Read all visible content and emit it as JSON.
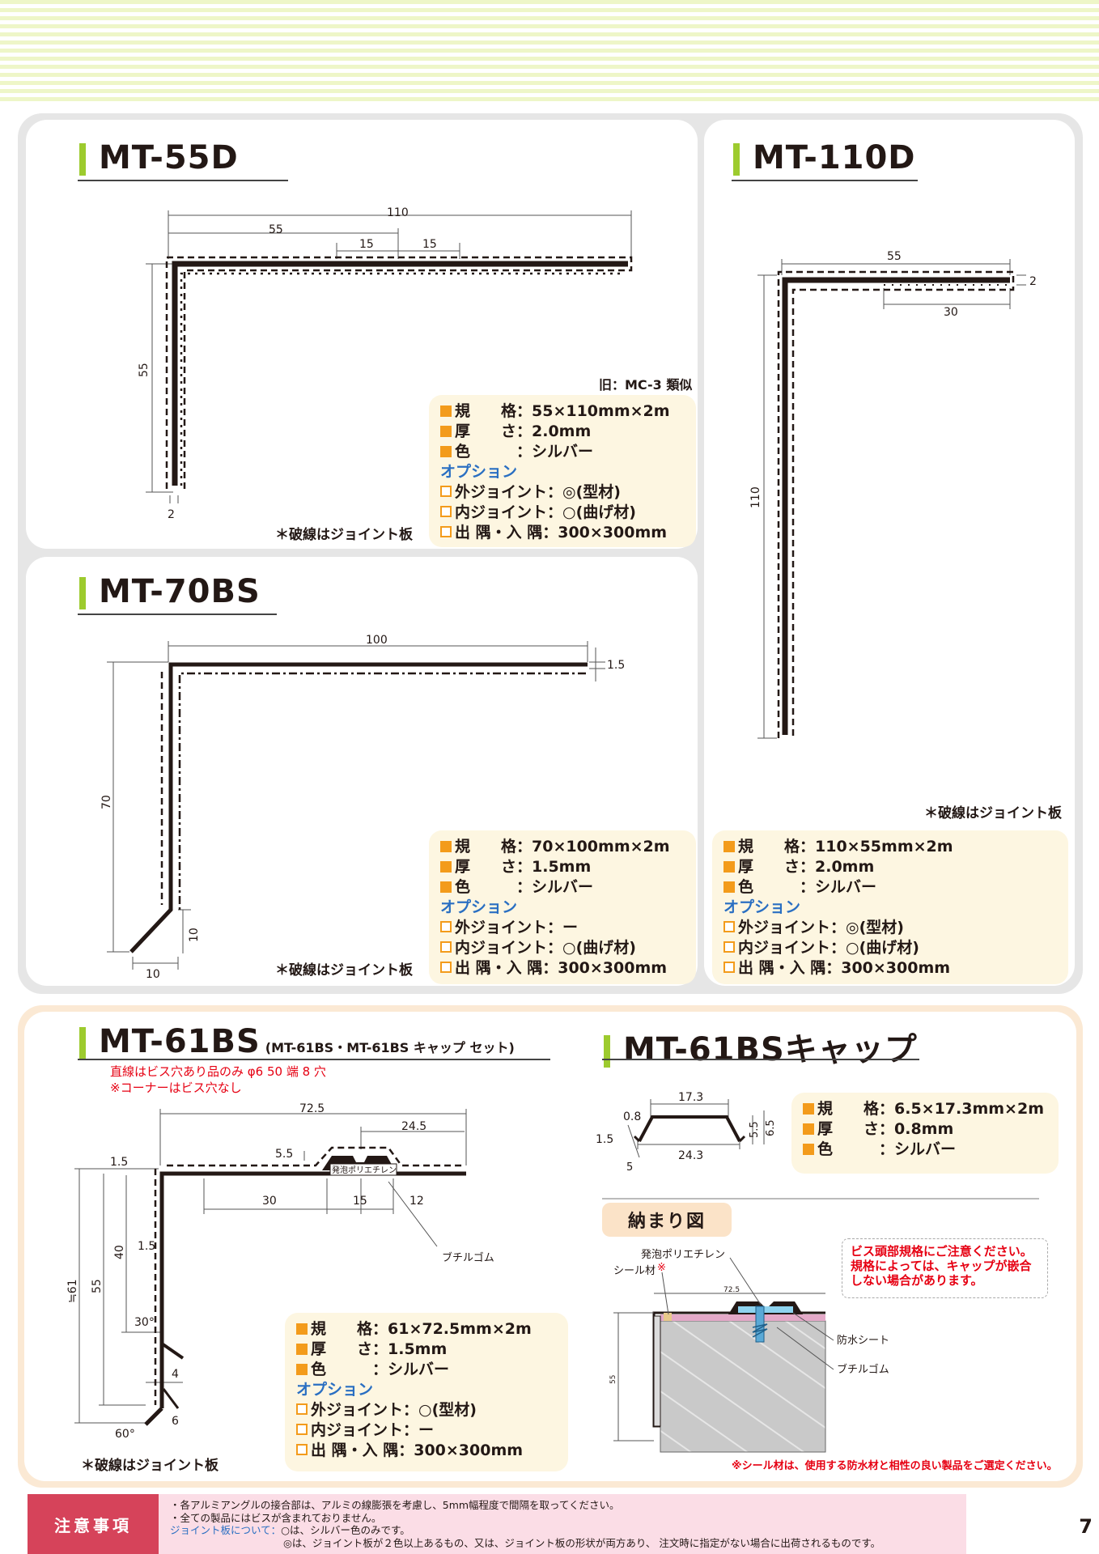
{
  "products": {
    "mt55d": {
      "title": "MT-55D",
      "old_note": "旧：MC-3 類似",
      "joint_note": "＊破線はジョイント板",
      "dims": {
        "d110": "110",
        "d55top": "55",
        "d15a": "15",
        "d15b": "15",
        "d55side": "55",
        "d2": "2"
      },
      "spec": {
        "size": "規　　格：55×110mm×2m",
        "thickness": "厚　　さ：2.0mm",
        "color": "色　　　：シルバー",
        "option": "オプション",
        "outer_joint": "外ジョイント：◎(型材)",
        "inner_joint": "内ジョイント：○(曲げ材)",
        "corner": "出 隅・入 隅：300×300mm"
      }
    },
    "mt110d": {
      "title": "MT-110D",
      "joint_note": "＊破線はジョイント板",
      "dims": {
        "d55": "55",
        "d2": "2",
        "d30": "30",
        "d110": "110"
      },
      "spec": {
        "size": "規　　格：110×55mm×2m",
        "thickness": "厚　　さ：2.0mm",
        "color": "色　　　：シルバー",
        "option": "オプション",
        "outer_joint": "外ジョイント：◎(型材)",
        "inner_joint": "内ジョイント：○(曲げ材)",
        "corner": "出 隅・入 隅：300×300mm"
      }
    },
    "mt70bs": {
      "title": "MT-70BS",
      "joint_note": "＊破線はジョイント板",
      "dims": {
        "d100": "100",
        "d15": "1.5",
        "d70": "70",
        "d10v": "10",
        "d10h": "10"
      },
      "spec": {
        "size": "規　　格：70×100mm×2m",
        "thickness": "厚　　さ：1.5mm",
        "color": "色　　　：シルバー",
        "option": "オプション",
        "outer_joint": "外ジョイント：ー",
        "inner_joint": "内ジョイント：○(曲げ材)",
        "corner": "出 隅・入 隅：300×300mm"
      }
    },
    "mt61bs": {
      "title": "MT-61BS",
      "subtitle": "(MT-61BS・MT-61BS キャップ セット)",
      "red_note1": "直線はビス穴あり品のみ φ6 50 端 8 穴",
      "red_note2": "※コーナーはビス穴なし",
      "joint_note": "＊破線はジョイント板",
      "dims": {
        "d725": "72.5",
        "d245": "24.5",
        "d55": "5.5",
        "d15a": "1.5",
        "d30": "30",
        "d15": "15",
        "d12": "12",
        "foam": "発泡ポリエチレン",
        "butyl": "ブチルゴム",
        "d15b": "1.5",
        "d40": "40",
        "d55v": "55",
        "d61": "≒61",
        "deg30": "30°",
        "d4": "4",
        "deg60": "60°",
        "d6": "6"
      },
      "spec": {
        "size": "規　　格：61×72.5mm×2m",
        "thickness": "厚　　さ：1.5mm",
        "color": "色　　　：シルバー",
        "option": "オプション",
        "outer_joint": "外ジョイント：○(型材)",
        "inner_joint": "内ジョイント：ー",
        "corner": "出 隅・入 隅：300×300mm"
      }
    },
    "cap": {
      "title": "MT-61BSキャップ",
      "dims": {
        "d173": "17.3",
        "d08": "0.8",
        "d15": "1.5",
        "d243": "24.3",
        "d55": "5.5",
        "d65": "6.5",
        "d5": "5"
      },
      "spec": {
        "size": "規　　格：6.5×17.3mm×2m",
        "thickness": "厚　　さ：0.8mm",
        "color": "色　　　：シルバー"
      }
    }
  },
  "install": {
    "title": "納まり図",
    "foam": "発泡ポリエチレン",
    "seal": "シール材",
    "seal_mark": "※",
    "d725": "72.5",
    "d55": "55",
    "waterproof": "防水シート",
    "butyl": "ブチルゴム",
    "warning_lines": [
      "ビス頭部規格にご注意ください。",
      "規格によっては、キャップが嵌合",
      "しない場合があります。"
    ],
    "bottom_note": "※シール材は、使用する防水材と相性の良い製品をご選定ください。"
  },
  "caution": {
    "label": "注意事項",
    "line1": "・各アルミアングルの接合部は、アルミの線膨張を考慮し、5mm幅程度で間隔を取ってください。",
    "line2": "・全ての製品にはビスが含まれておりません。",
    "line3_label": "ジョイント板について：",
    "line3_text": "○は、シルバー色のみです。",
    "line4": "◎は、ジョイント板が２色以上あるもの、又は、ジョイント板の形状が両方あり、 注文時に指定がない場合に出荷されるものです。"
  },
  "page_number": "7"
}
